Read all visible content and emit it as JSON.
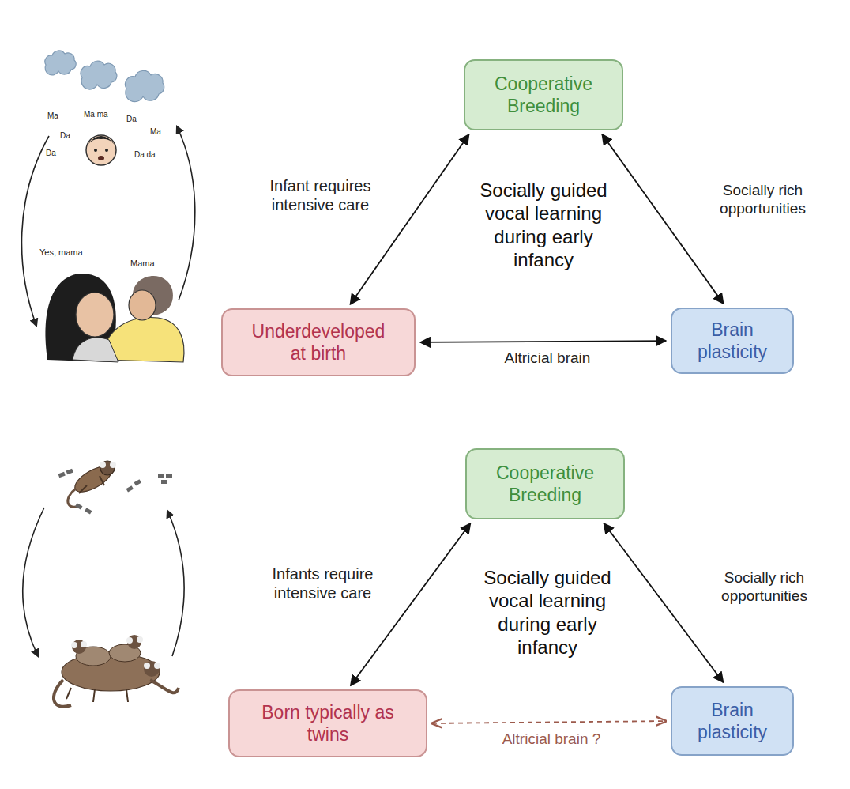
{
  "diagram": {
    "nodes": [
      {
        "text": [
          "Cooperative Breeding"
        ]
      },
      {
        "text": [
          "Underdeveloped at birth"
        ]
      },
      {
        "text": [
          "Brain plasticity"
        ]
      },
      {
        "text": [
          "Cooperative Breeding"
        ]
      },
      {
        "text": [
          "Born typically as twins"
        ]
      },
      {
        "text": [
          "Brain plasticity"
        ]
      }
    ],
    "edges": [
      {
        "from": 0,
        "to": 1,
        "label": "Infant requires intensive care",
        "arrow": "both"
      },
      {
        "from": 0,
        "to": 2,
        "label": "Socially rich opportunities",
        "arrow": "both"
      },
      {
        "from": 1,
        "to": 2,
        "label": "Altricial brain",
        "arrow": "both"
      },
      {
        "from": 3,
        "to": 4,
        "label": "Infants require intensive care",
        "arrow": "both"
      },
      {
        "from": 3,
        "to": 5,
        "label": "Socially rich opportunities",
        "arrow": "both"
      },
      {
        "from": 4,
        "to": 5,
        "label": "Altricial brain ?",
        "arrow": "both"
      }
    ],
    "labels": [
      "Ma",
      "Ma ma",
      "Da",
      "Da",
      "Ma",
      "Da",
      "Da da",
      "Yes, mama",
      "Mama",
      "Socially guided vocal learning during early infancy",
      "Socially guided vocal learning during early infancy"
    ]
  }
}
